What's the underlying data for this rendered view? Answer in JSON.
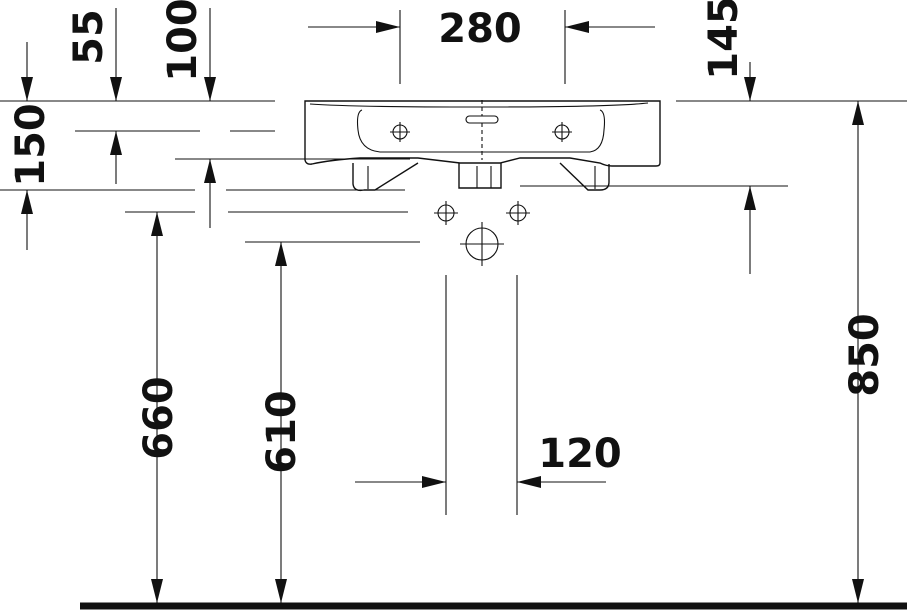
{
  "drawing": {
    "dimensions": {
      "width_basin": "280",
      "top_55": "55",
      "top_100": "100",
      "right_145": "145",
      "left_150": "150",
      "left_660": "660",
      "mid_610": "610",
      "waste_120": "120",
      "height_850": "850"
    }
  }
}
